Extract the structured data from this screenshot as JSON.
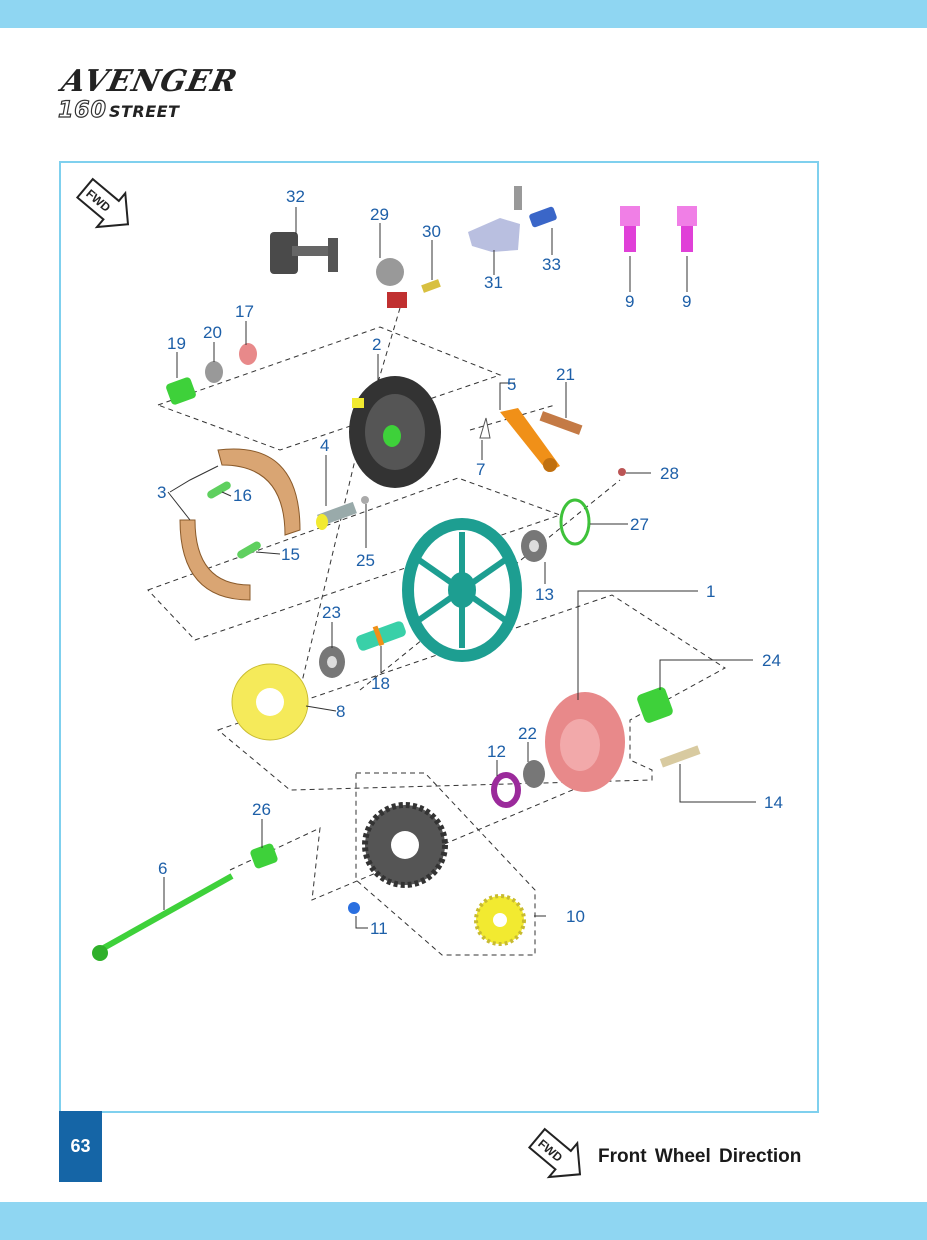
{
  "logo": {
    "brand": "AVENGER",
    "model_number": "160",
    "model_name": "STREET"
  },
  "page_number": "63",
  "fwd_icon_text": "FWD",
  "legend_label": "Front Wheel Direction",
  "callouts": {
    "c1": "1",
    "c2": "2",
    "c3": "3",
    "c4": "4",
    "c5": "5",
    "c6": "6",
    "c7": "7",
    "c8": "8",
    "c9a": "9",
    "c9b": "9",
    "c10": "10",
    "c11": "11",
    "c12": "12",
    "c13": "13",
    "c14": "14",
    "c15": "15",
    "c16": "16",
    "c17": "17",
    "c18": "18",
    "c19": "19",
    "c20": "20",
    "c21": "21",
    "c22": "22",
    "c23": "23",
    "c24": "24",
    "c25": "25",
    "c26": "26",
    "c27": "27",
    "c28": "28",
    "c29": "29",
    "c30": "30",
    "c31": "31",
    "c32": "32",
    "c33": "33"
  },
  "colors": {
    "band": "#8fd6f2",
    "frame": "#7fd0ee",
    "callout": "#1d5fa8",
    "page_tab": "#1565a6",
    "green": "#3ed13a",
    "teal": "#1d9e91",
    "orange": "#f09018",
    "pink": "#e8898a",
    "magenta": "#e040d8",
    "purple": "#9b2a9b",
    "yellow": "#f2ea30",
    "tan": "#d9a573"
  }
}
